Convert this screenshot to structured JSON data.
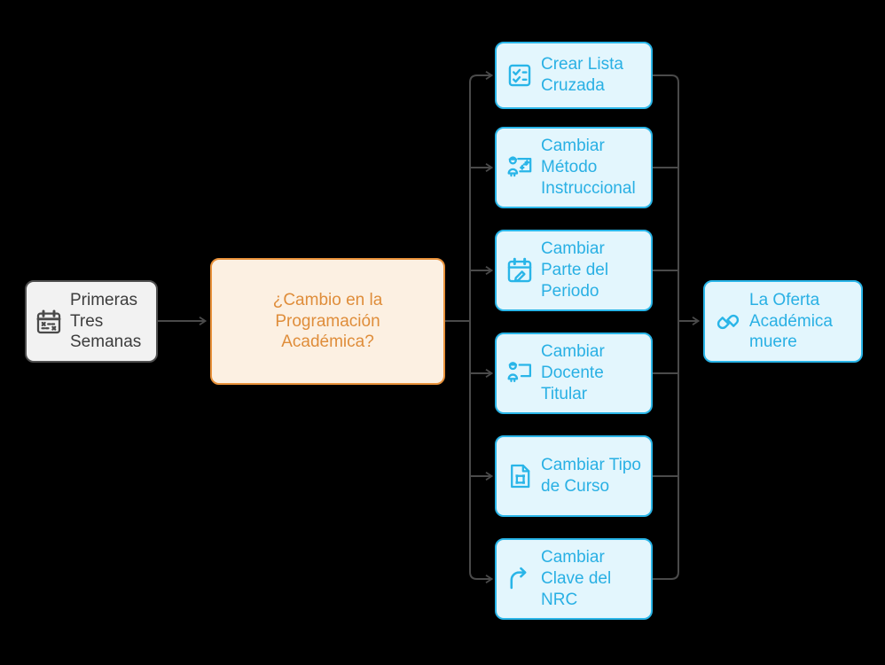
{
  "nodes": {
    "start": {
      "label": "Primeras Tres Semanas",
      "icon": "calendar-x-icon"
    },
    "decision": {
      "label": "¿Cambio en la Programación Académica?"
    },
    "options": [
      {
        "label": "Crear Lista Cruzada",
        "icon": "checklist-icon"
      },
      {
        "label": "Cambiar Método Instruccional",
        "icon": "instructor-board-icon"
      },
      {
        "label": "Cambiar Parte del Periodo",
        "icon": "calendar-edit-icon"
      },
      {
        "label": "Cambiar Docente Titular",
        "icon": "person-board-icon"
      },
      {
        "label": "Cambiar Tipo de Curso",
        "icon": "course-file-icon"
      },
      {
        "label": "Cambiar Clave del NRC",
        "icon": "redo-arrow-icon"
      }
    ],
    "end": {
      "label": "La Oferta Académica muere",
      "icon": "broken-pill-icon"
    }
  },
  "colors": {
    "background": "#000000",
    "edge": "#4a4a4a",
    "cyan_border": "#29b5e8",
    "cyan_fill": "#e3f6fd",
    "cyan_text": "#29b0e4",
    "orange_border": "#e8913a",
    "orange_fill": "#fcf0e2",
    "orange_text": "#df8d3a",
    "gray_fill": "#f2f2f2",
    "gray_border": "#4f4f4f",
    "gray_text": "#3d3d3d"
  }
}
